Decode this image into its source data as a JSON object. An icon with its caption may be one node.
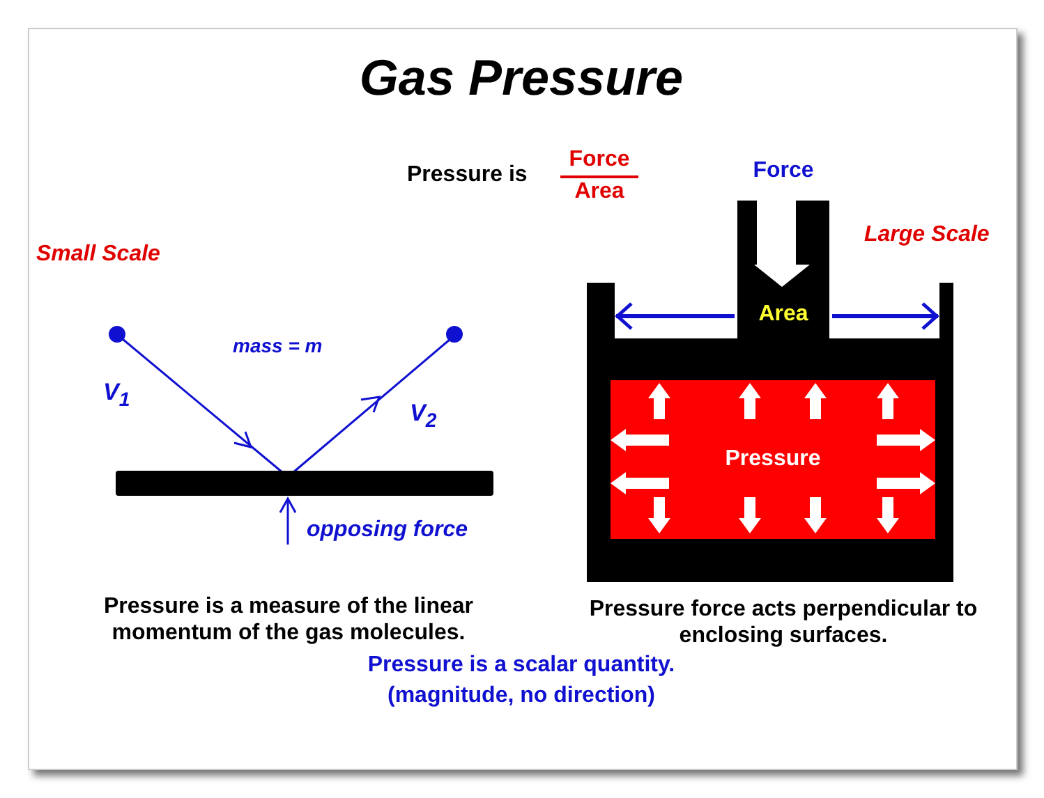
{
  "diagram": {
    "title": "Gas Pressure",
    "nodes": [
      {
        "text": [
          "Area"
        ]
      },
      {
        "text": [
          "Pressure"
        ]
      }
    ],
    "edges": [],
    "labels": [
      "Pressure is",
      "Force",
      "Area",
      "Force",
      "Small Scale",
      "Large Scale",
      "mass = m",
      "V$_{1}$",
      "V$_{2}$",
      "opposing force",
      "Pressure is a measure of the linear momentum of the gas molecules.",
      "Pressure force acts perpendicular to enclosing surfaces.",
      "Pressure is a scalar quantity.",
      "(magnitude, no direction)"
    ]
  }
}
